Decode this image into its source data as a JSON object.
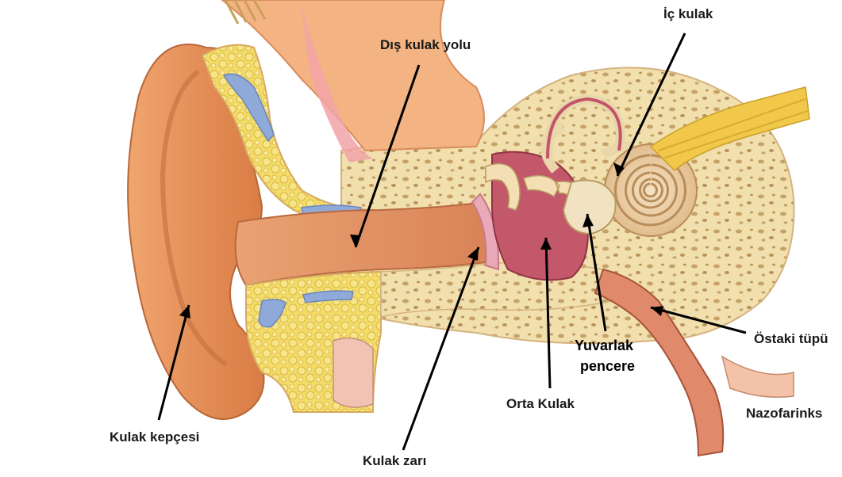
{
  "diagram": {
    "labels": {
      "dis_kulak_yolu": "Dış kulak yolu",
      "ic_kulak": "İç kulak",
      "kulak_kepcesi": "Kulak kepçesi",
      "kulak_zari": "Kulak zarı",
      "orta_kulak": "Orta Kulak",
      "yuvarlak_pencere_line1": "Yuvarlak",
      "yuvarlak_pencere_line2": "pencere",
      "ostaki_tupu": "Östaki tüpü",
      "nazofarinks": "Nazofarinks"
    }
  }
}
